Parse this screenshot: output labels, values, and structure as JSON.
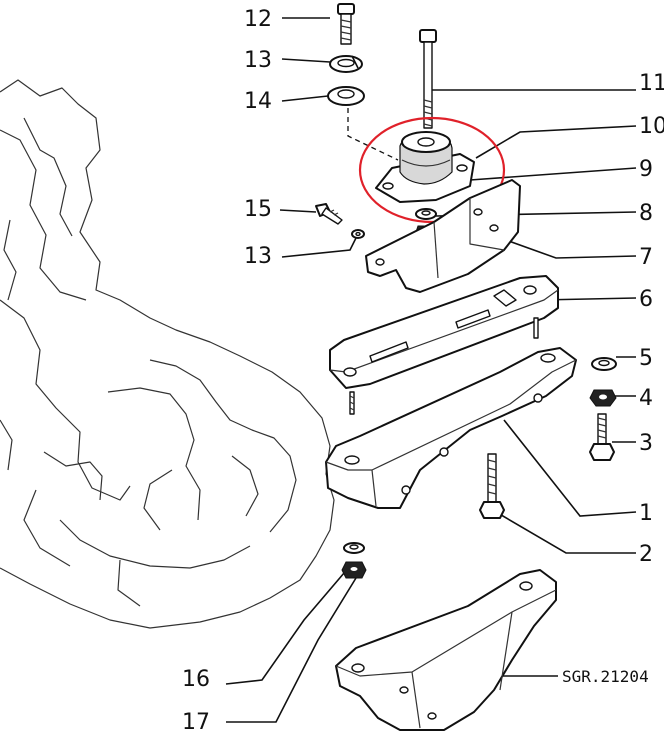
{
  "diagram": {
    "code_label": "SGR.21204",
    "highlight_color": "#e0212a",
    "callouts": [
      {
        "id": "c12",
        "text": "12"
      },
      {
        "id": "c13a",
        "text": "13"
      },
      {
        "id": "c14",
        "text": "14"
      },
      {
        "id": "c15",
        "text": "15"
      },
      {
        "id": "c13b",
        "text": "13"
      },
      {
        "id": "c11",
        "text": "11"
      },
      {
        "id": "c10",
        "text": "10"
      },
      {
        "id": "c9",
        "text": "9"
      },
      {
        "id": "c8",
        "text": "8"
      },
      {
        "id": "c7",
        "text": "7"
      },
      {
        "id": "c6",
        "text": "6"
      },
      {
        "id": "c5",
        "text": "5"
      },
      {
        "id": "c4",
        "text": "4"
      },
      {
        "id": "c3",
        "text": "3"
      },
      {
        "id": "c1",
        "text": "1"
      },
      {
        "id": "c2",
        "text": "2"
      },
      {
        "id": "c16",
        "text": "16"
      },
      {
        "id": "c17",
        "text": "17"
      }
    ]
  }
}
